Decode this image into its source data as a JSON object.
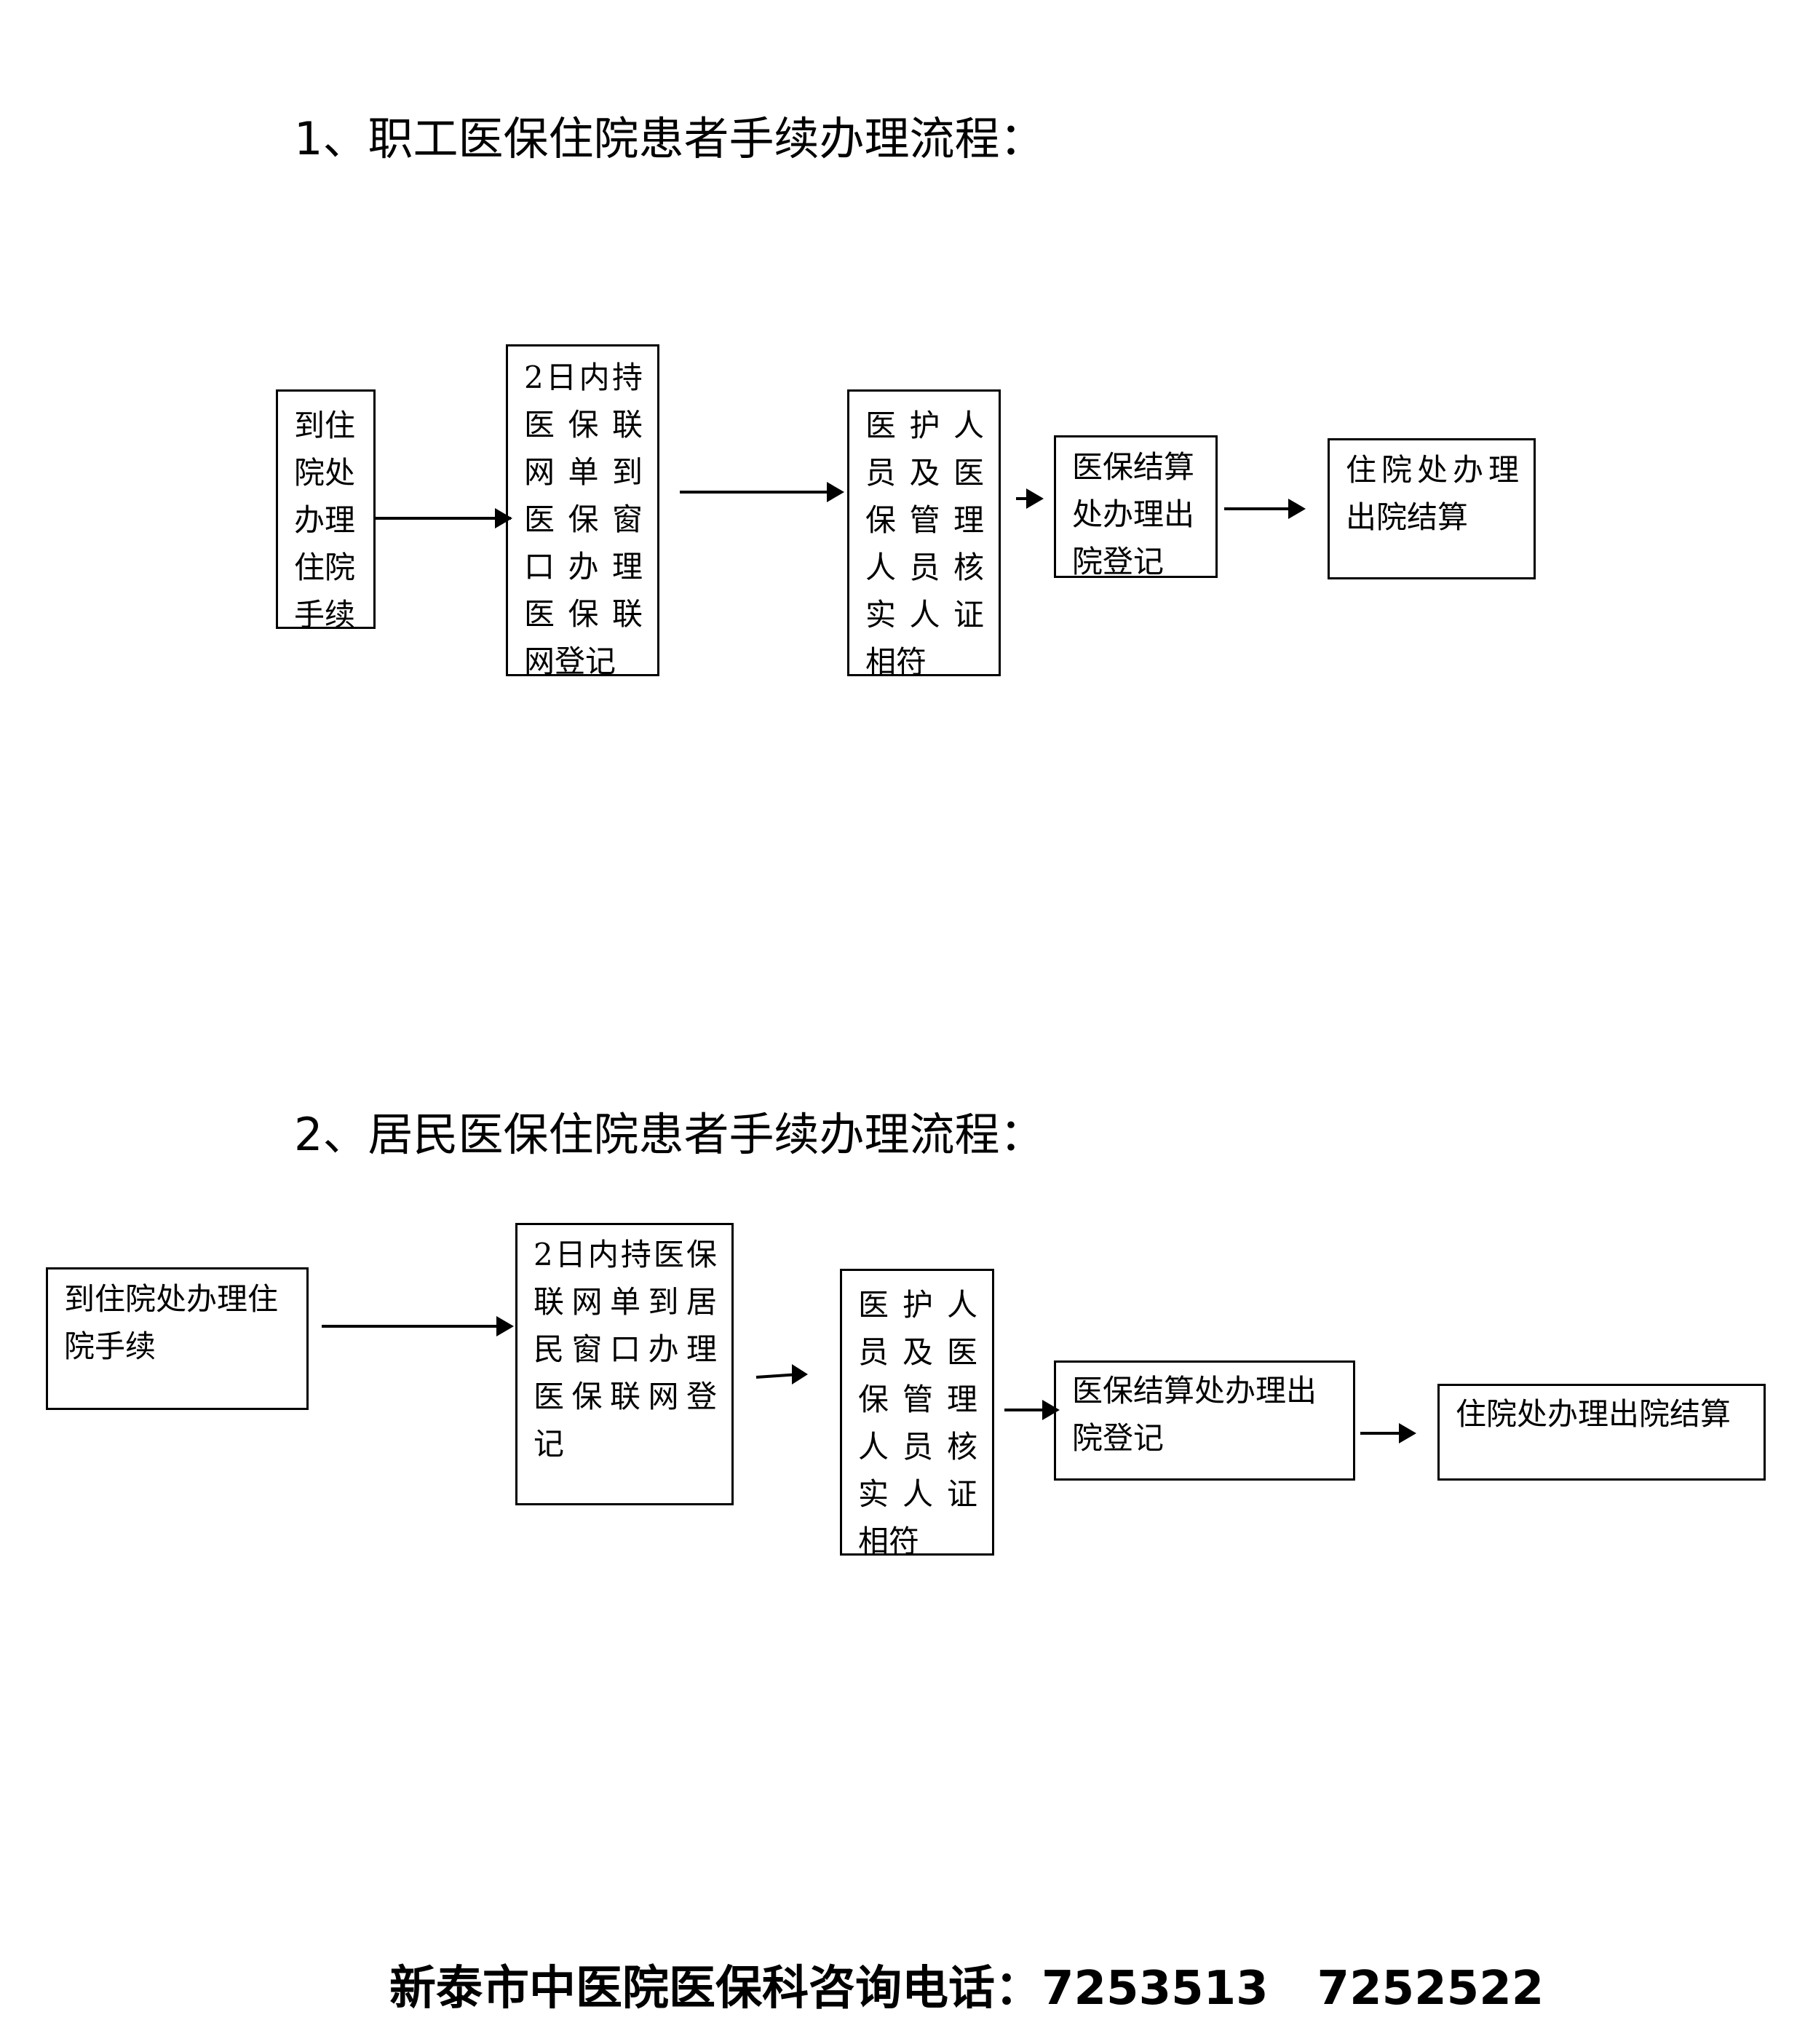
{
  "flow1": {
    "title": "1、职工医保住院患者手续办理流程：",
    "steps": [
      {
        "lines": [
          "到住",
          "院处",
          "办理",
          "住院",
          "手续"
        ],
        "justify": [
          0,
          0,
          0,
          0,
          0
        ]
      },
      {
        "lines": [
          "2日内持",
          "医保联",
          "网单到",
          "医保窗",
          "口办理",
          "医保联",
          "网登记"
        ],
        "justify": [
          1,
          1,
          1,
          1,
          1,
          1,
          0
        ]
      },
      {
        "lines": [
          "医护人",
          "员及医",
          "保管理",
          "人员核",
          "实人证",
          "相符"
        ],
        "justify": [
          1,
          1,
          1,
          1,
          1,
          0
        ]
      },
      {
        "lines": [
          "医保结算",
          "处办理出",
          "院登记"
        ],
        "justify": [
          0,
          0,
          0
        ]
      },
      {
        "lines": [
          "住院处办理",
          "出院结算"
        ],
        "justify": [
          1,
          0
        ]
      }
    ]
  },
  "flow2": {
    "title": "2、居民医保住院患者手续办理流程：",
    "steps": [
      {
        "lines": [
          "到住院处办理住",
          "院手续"
        ],
        "justify": [
          0,
          0
        ]
      },
      {
        "lines": [
          "2日内持医保",
          "联网单到居",
          "民窗口办理",
          "医保联网登",
          "记"
        ],
        "justify": [
          1,
          1,
          1,
          1,
          0
        ]
      },
      {
        "lines": [
          "医护人",
          "员及医",
          "保管理",
          "人员核",
          "实人证",
          "相符"
        ],
        "justify": [
          1,
          1,
          1,
          1,
          1,
          0
        ]
      },
      {
        "lines": [
          "医保结算处办理出",
          "院登记"
        ],
        "justify": [
          0,
          0
        ]
      },
      {
        "lines": [
          "住院处办理出院结算"
        ],
        "justify": [
          0
        ]
      }
    ]
  },
  "footer": "新泰市中医院医保科咨询电话：7253513   7252522"
}
